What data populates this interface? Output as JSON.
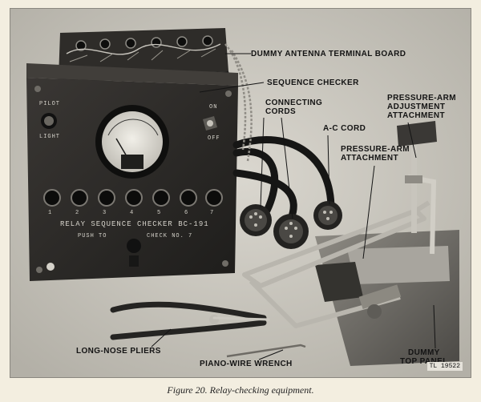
{
  "figure": {
    "caption": "Figure 20. Relay-checking equipment.",
    "plate_id": "TL 19522"
  },
  "labels": {
    "dummy_antenna_terminal_board": "DUMMY ANTENNA TERMINAL BOARD",
    "sequence_checker": "SEQUENCE CHECKER",
    "connecting_cords_1": "CONNECTING",
    "connecting_cords_2": "CORDS",
    "pressure_arm_adjustment_1": "PRESSURE-ARM",
    "pressure_arm_adjustment_2": "ADJUSTMENT",
    "pressure_arm_adjustment_3": "ATTACHMENT",
    "ac_cord": "A-C CORD",
    "pressure_arm_attachment_1": "PRESSURE-ARM",
    "pressure_arm_attachment_2": "ATTACHMENT",
    "long_nose_pliers": "LONG-NOSE PLIERS",
    "piano_wire_wrench": "PIANO-WIRE WRENCH",
    "dummy_top_panel_1": "DUMMY",
    "dummy_top_panel_2": "TOP PANEL"
  },
  "device": {
    "panel_title": "RELAY SEQUENCE CHECKER BC-191",
    "push_to": "PUSH TO",
    "check_no": "CHECK NO. 7",
    "pilot": "PILOT",
    "light": "LIGHT",
    "on": "ON",
    "off": "OFF",
    "button_numbers": [
      "1",
      "2",
      "3",
      "4",
      "5",
      "6",
      "7"
    ]
  },
  "colors": {
    "background": "#c9c6bd",
    "panel": "#2b2927",
    "metal": "#a9a69d",
    "ink": "#141414"
  }
}
